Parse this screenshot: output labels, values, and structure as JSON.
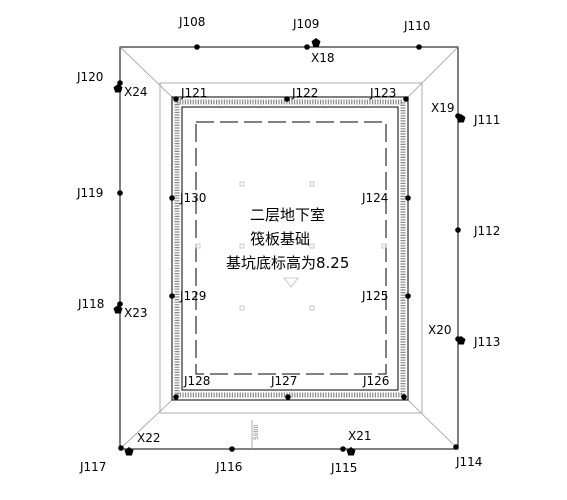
{
  "pit_label": {
    "line1": "二层地下室",
    "line2": "筏板基础",
    "line3": "基坑底标高为8.25"
  },
  "dimension_note": "5000",
  "points": {
    "J108": "J108",
    "J109": "J109",
    "J110": "J110",
    "J111": "J111",
    "J112": "J112",
    "J113": "J113",
    "J114": "J114",
    "J115": "J115",
    "J116": "J116",
    "J117": "J117",
    "J118": "J118",
    "J119": "J119",
    "J120": "J120",
    "J121": "J121",
    "J122": "J122",
    "J123": "J123",
    "J124": "J124",
    "J125": "J125",
    "J126": "J126",
    "J127": "J127",
    "J128": "J128",
    "J129": "J129",
    "J130": "J130"
  },
  "survey_markers": {
    "X18": "X18",
    "X19": "X19",
    "X20": "X20",
    "X21": "X21",
    "X22": "X22",
    "X23": "X23",
    "X24": "X24"
  }
}
